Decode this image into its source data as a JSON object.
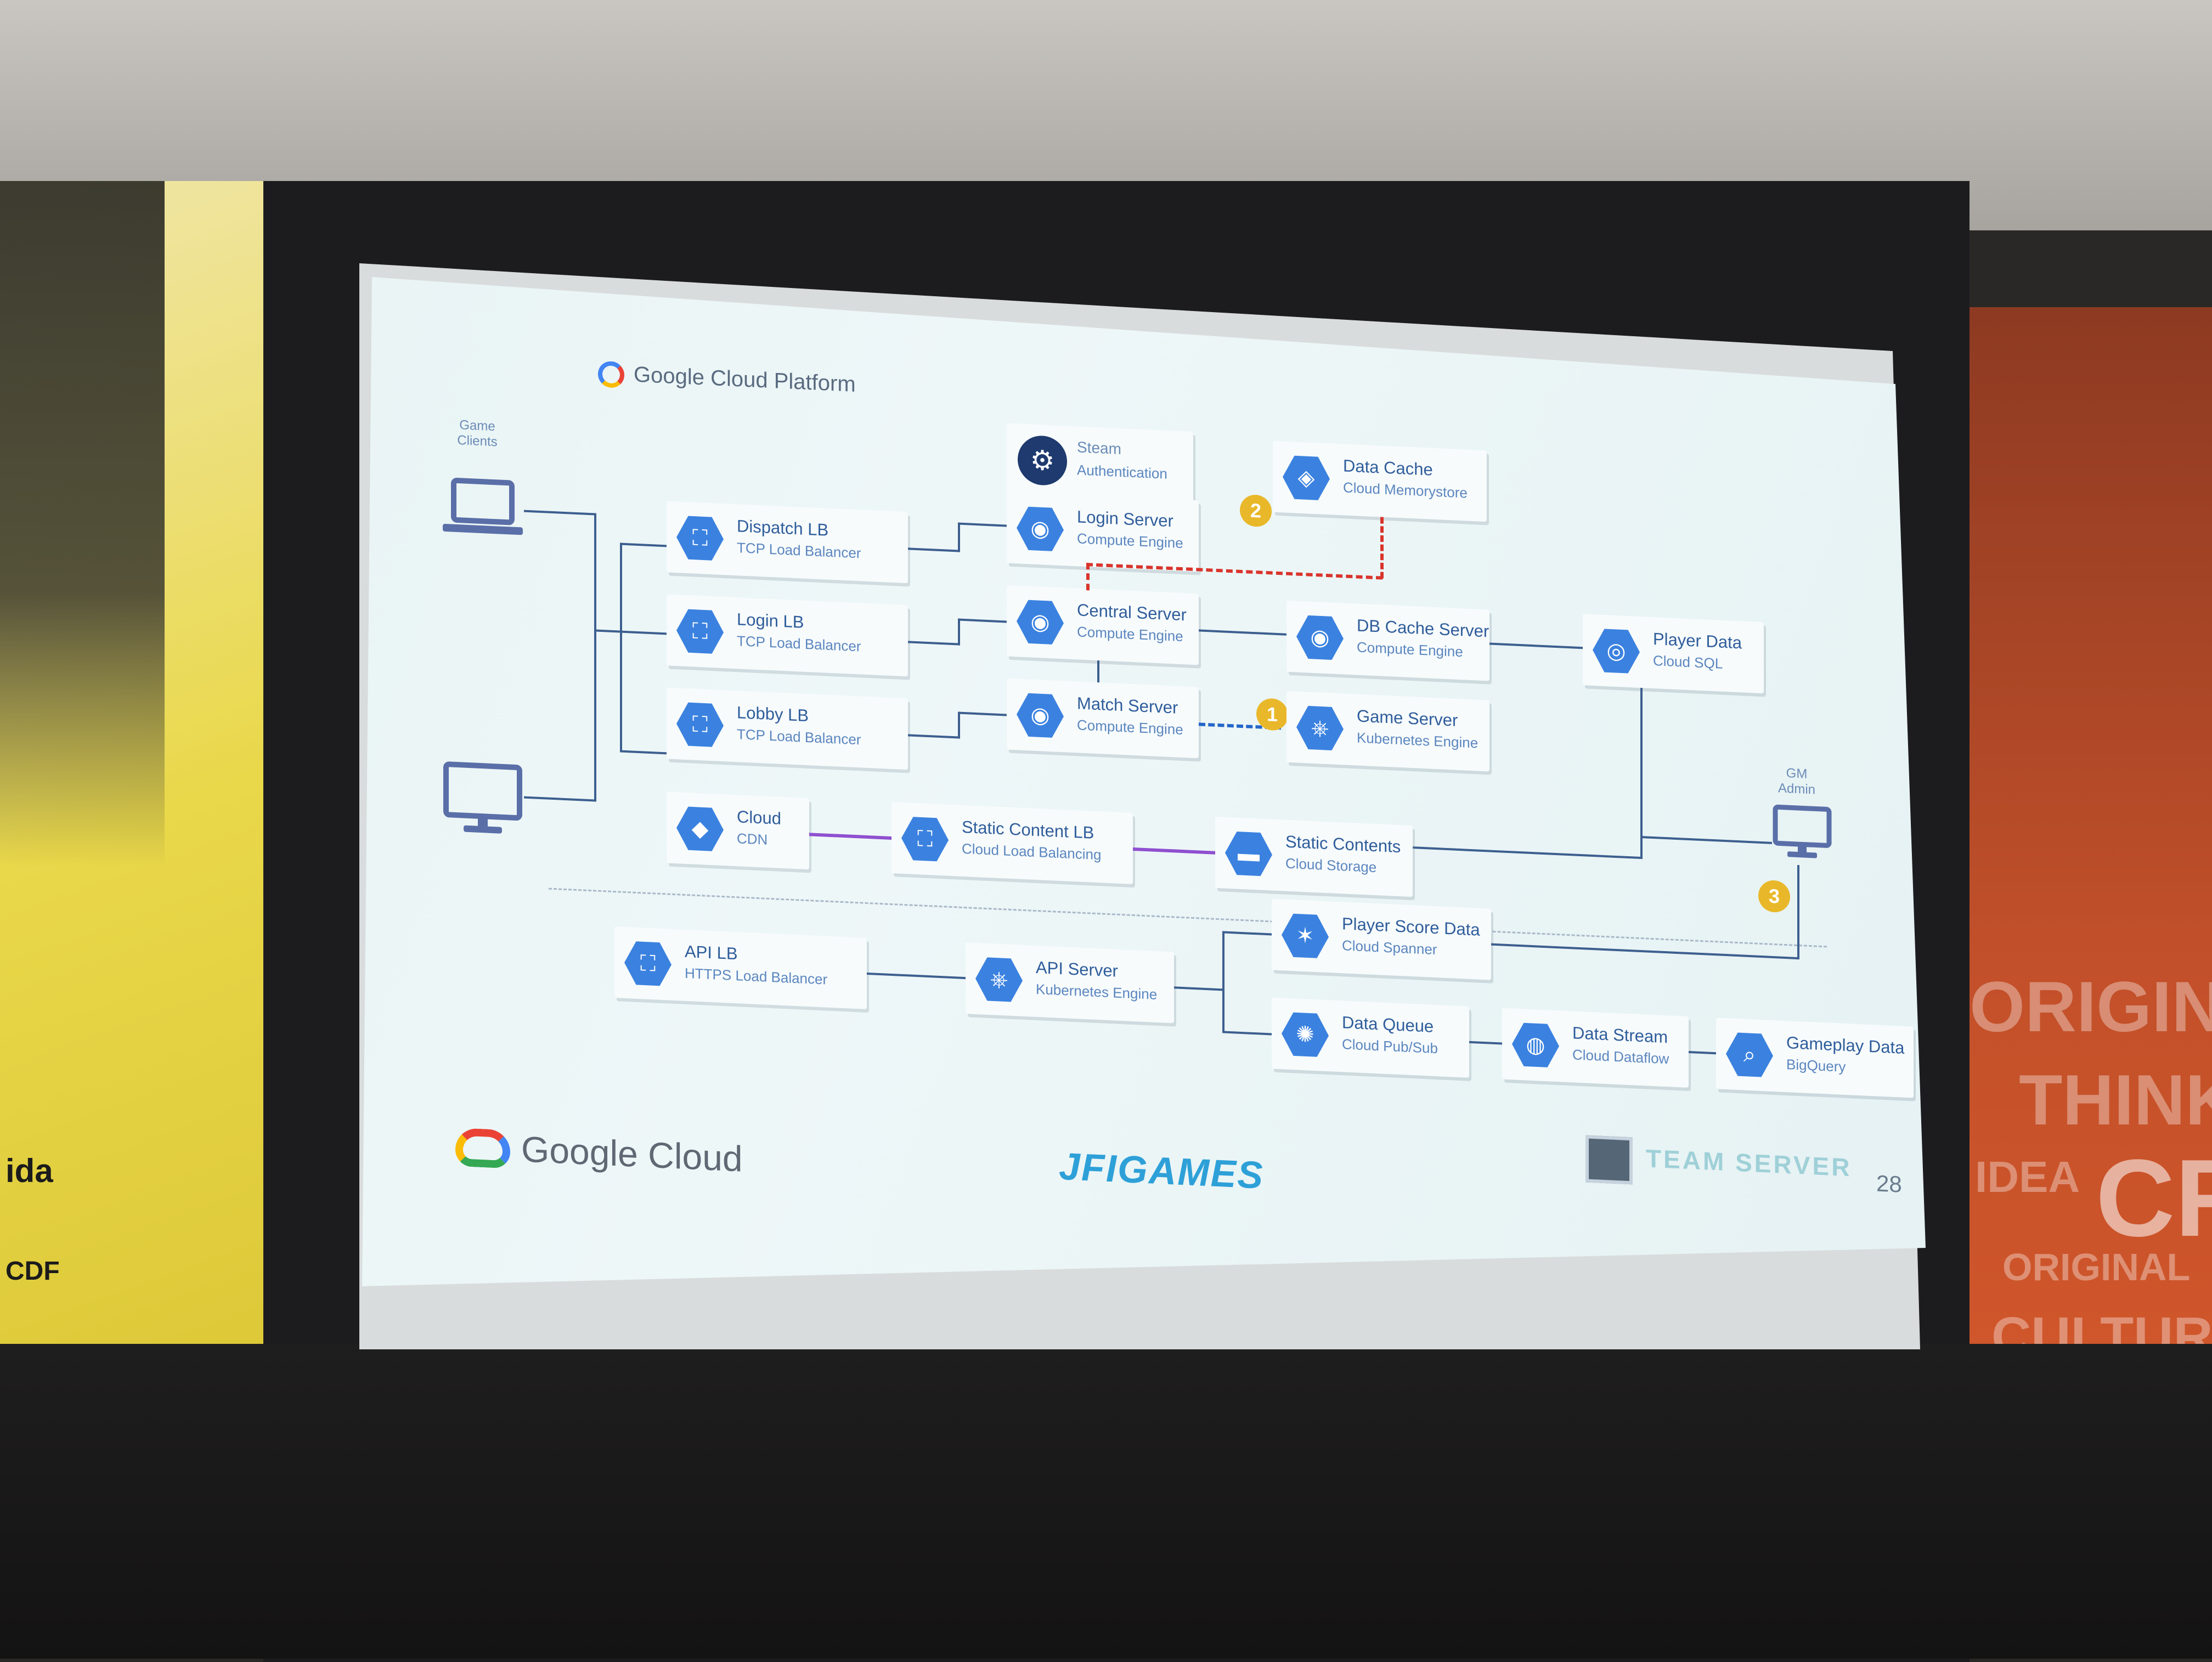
{
  "colors": {
    "node_blue": "#3b82e0",
    "line_dark": "#3d5f8f",
    "line_purple": "#8f4fd0",
    "dashed_red": "#d9342b",
    "dashed_blue": "#2366c9",
    "badge_yellow": "#e9b82a"
  },
  "slide": {
    "header_logo_text": "Google Cloud Platform",
    "game_clients_label": "Game\nClients",
    "gm_admin_label": "GM\nAdmin",
    "page_number": "28",
    "footer": {
      "google_cloud": "Google Cloud",
      "jf_games": "JFIGAMES",
      "team_server": "TEAM SERVER"
    },
    "steam": {
      "line1": "Steam",
      "line2": "Authentication"
    },
    "nodes": {
      "dispatch_lb": {
        "title": "Dispatch LB",
        "subtitle": "TCP Load Balancer"
      },
      "login_lb": {
        "title": "Login LB",
        "subtitle": "TCP Load Balancer"
      },
      "lobby_lb": {
        "title": "Lobby LB",
        "subtitle": "TCP Load Balancer"
      },
      "login_server": {
        "title": "Login Server",
        "subtitle": "Compute Engine"
      },
      "central_server": {
        "title": "Central Server",
        "subtitle": "Compute Engine"
      },
      "match_server": {
        "title": "Match Server",
        "subtitle": "Compute Engine"
      },
      "data_cache": {
        "title": "Data Cache",
        "subtitle": "Cloud Memorystore"
      },
      "db_cache_server": {
        "title": "DB Cache Server",
        "subtitle": "Compute Engine"
      },
      "game_server": {
        "title": "Game Server",
        "subtitle": "Kubernetes Engine"
      },
      "player_data": {
        "title": "Player Data",
        "subtitle": "Cloud SQL"
      },
      "cloud_cdn": {
        "title": "Cloud",
        "subtitle": "CDN"
      },
      "static_content_lb": {
        "title": "Static Content LB",
        "subtitle": "Cloud Load Balancing"
      },
      "static_contents": {
        "title": "Static Contents",
        "subtitle": "Cloud Storage"
      },
      "api_lb": {
        "title": "API LB",
        "subtitle": "HTTPS Load Balancer"
      },
      "api_server": {
        "title": "API Server",
        "subtitle": "Kubernetes Engine"
      },
      "player_score_data": {
        "title": "Player Score Data",
        "subtitle": "Cloud Spanner"
      },
      "data_queue": {
        "title": "Data Queue",
        "subtitle": "Cloud Pub/Sub"
      },
      "data_stream": {
        "title": "Data Stream",
        "subtitle": "Cloud Dataflow"
      },
      "gameplay_data": {
        "title": "Gameplay Data",
        "subtitle": "BigQuery"
      }
    },
    "badges": [
      "1",
      "2",
      "3"
    ]
  },
  "room": {
    "right_banner_words": [
      "ORIGIN",
      "THINK",
      "IDEA",
      "CR",
      "ORIGINAL",
      "CULTURE"
    ],
    "left_banner_words": [
      "ida",
      "CDF"
    ]
  }
}
